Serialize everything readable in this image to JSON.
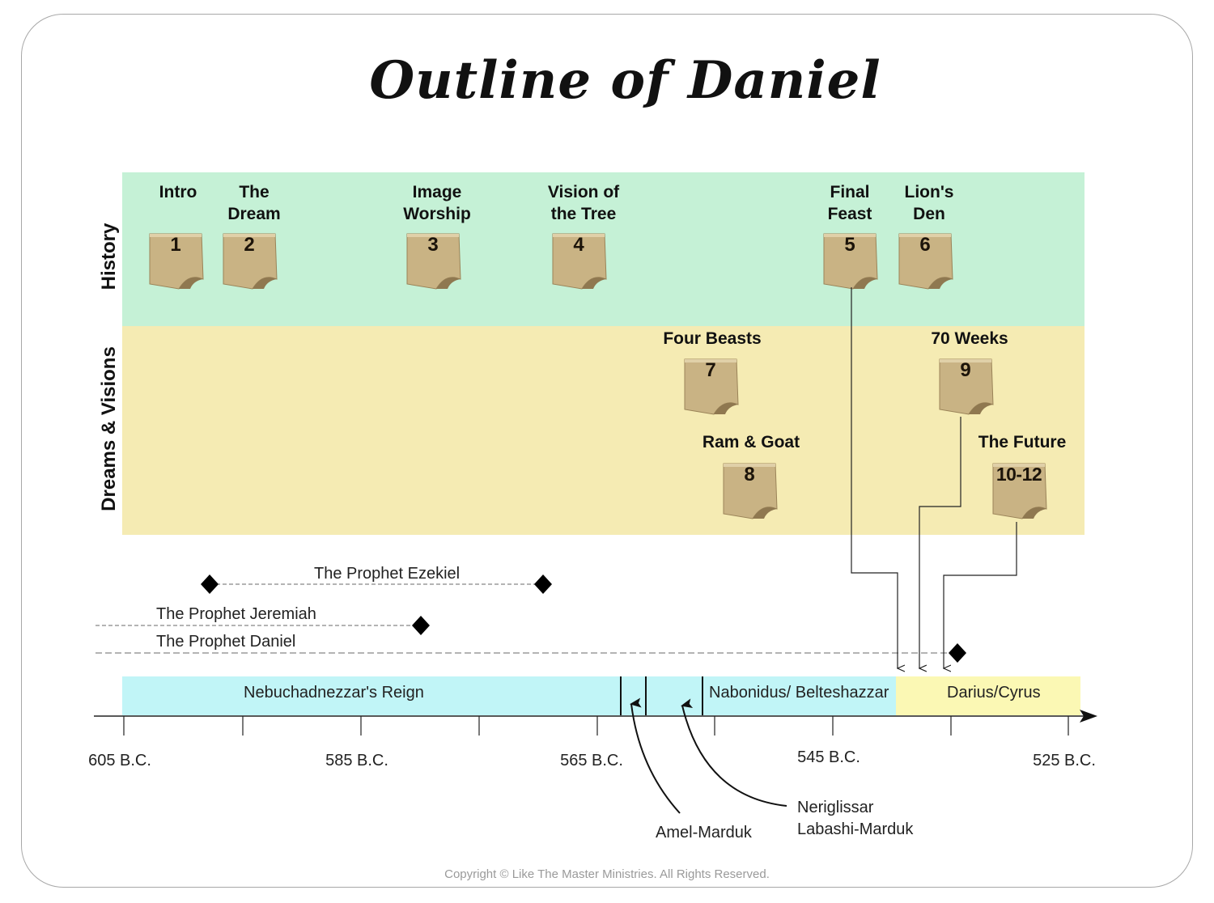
{
  "title": "Outline of Daniel",
  "rows": {
    "history": "History",
    "dreams": "Dreams & Visions"
  },
  "chapters": [
    {
      "title": "Intro",
      "number": "1"
    },
    {
      "title": "The\nDream",
      "number": "2"
    },
    {
      "title": "Image\nWorship",
      "number": "3"
    },
    {
      "title": "Vision of\nthe Tree",
      "number": "4"
    },
    {
      "title": "Final\nFeast",
      "number": "5"
    },
    {
      "title": "Lion's\nDen",
      "number": "6"
    },
    {
      "title": "Four Beasts",
      "number": "7"
    },
    {
      "title": "Ram & Goat",
      "number": "8"
    },
    {
      "title": "70 Weeks",
      "number": "9"
    },
    {
      "title": "The Future",
      "number": "10-12"
    }
  ],
  "prophets": {
    "ezekiel": "The Prophet Ezekiel",
    "jeremiah": "The Prophet Jeremiah",
    "daniel": "The Prophet Daniel"
  },
  "reigns": {
    "nebuchadnezzar": "Nebuchadnezzar's Reign",
    "nabonidus": "Nabonidus/ Belteshazzar",
    "darius": "Darius/Cyrus"
  },
  "annotations": {
    "amel": "Amel-Marduk",
    "neriglissar": "Neriglissar",
    "labashi": "Labashi-Marduk"
  },
  "years": [
    "605 B.C.",
    "585 B.C.",
    "565 B.C.",
    "545 B.C.",
    "525 B.C."
  ],
  "copyright": "Copyright © Like The Master Ministries. All Rights Reserved.",
  "colors": {
    "history_band": "#c5f1d6",
    "dreams_band": "#f5ebb3",
    "reign_bar": "#c1f5f7",
    "darius_bar": "#fbf8b4"
  },
  "icons": {
    "chapter": "parchment-scroll-icon",
    "milestone": "diamond-marker-icon",
    "timeline_end": "arrowhead-icon"
  }
}
